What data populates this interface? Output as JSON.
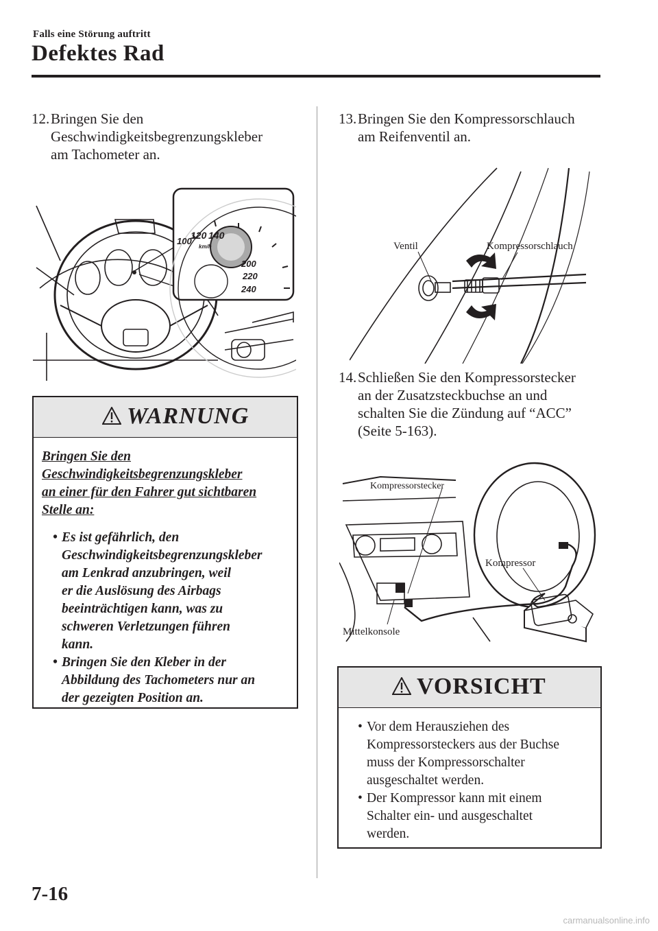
{
  "header": {
    "section": "Falls eine Störung auftritt",
    "title": "Defektes Rad"
  },
  "steps": {
    "s12": {
      "num": "12.",
      "lines": [
        "Bringen Sie den",
        "Geschwindigkeitsbegrenzungskleber",
        "am Tachometer an."
      ]
    },
    "s13": {
      "num": "13.",
      "lines": [
        "Bringen Sie den Kompressorschlauch",
        "am Reifenventil an."
      ]
    },
    "s14": {
      "num": "14.",
      "lines": [
        "Schließen Sie den Kompressorstecker",
        "an der Zusatzsteckbuchse an und",
        "schalten Sie die Zündung auf “ACC”",
        "(Seite 5-163)."
      ]
    }
  },
  "speedometer": {
    "ticks": [
      "100",
      "120",
      "140",
      "200",
      "220",
      "240"
    ],
    "unit": "km/h"
  },
  "warning": {
    "title": "WARNUNG",
    "intro": [
      "Bringen Sie den",
      "Geschwindigkeitsbegrenzungskleber",
      "an einer für den Fahrer gut sichtbaren",
      "Stelle an:"
    ],
    "bullets": [
      [
        "Es ist gefährlich, den",
        "Geschwindigkeitsbegrenzungskleber",
        "am Lenkrad anzubringen, weil",
        "er die Auslösung des Airbags",
        "beeinträchtigen kann, was zu",
        "schweren Verletzungen führen",
        "kann."
      ],
      [
        "Bringen Sie den Kleber in der",
        "Abbildung des Tachometers nur an",
        "der gezeigten Position an."
      ]
    ],
    "bullet_glyph": "•"
  },
  "figure13": {
    "labels": {
      "valve": "Ventil",
      "hose": "Kompressorschlauch"
    }
  },
  "figure14": {
    "labels": {
      "plug": "Kompressorstecker",
      "compressor": "Kompressor",
      "console": "Mittelkonsole"
    }
  },
  "caution": {
    "title": "VORSICHT",
    "bullets": [
      [
        "Vor dem Herausziehen des",
        "Kompressorsteckers aus der Buchse",
        "muss der Kompressorschalter",
        "ausgeschaltet werden."
      ],
      [
        "Der Kompressor kann mit einem",
        "Schalter ein- und ausgeschaltet",
        "werden."
      ]
    ],
    "bullet_glyph": "•"
  },
  "footer": {
    "page_number": "7-16",
    "watermark": "carmanualsonline.info"
  },
  "icons": [
    "warning-triangle-icon",
    "rotate-arrow-icon"
  ]
}
